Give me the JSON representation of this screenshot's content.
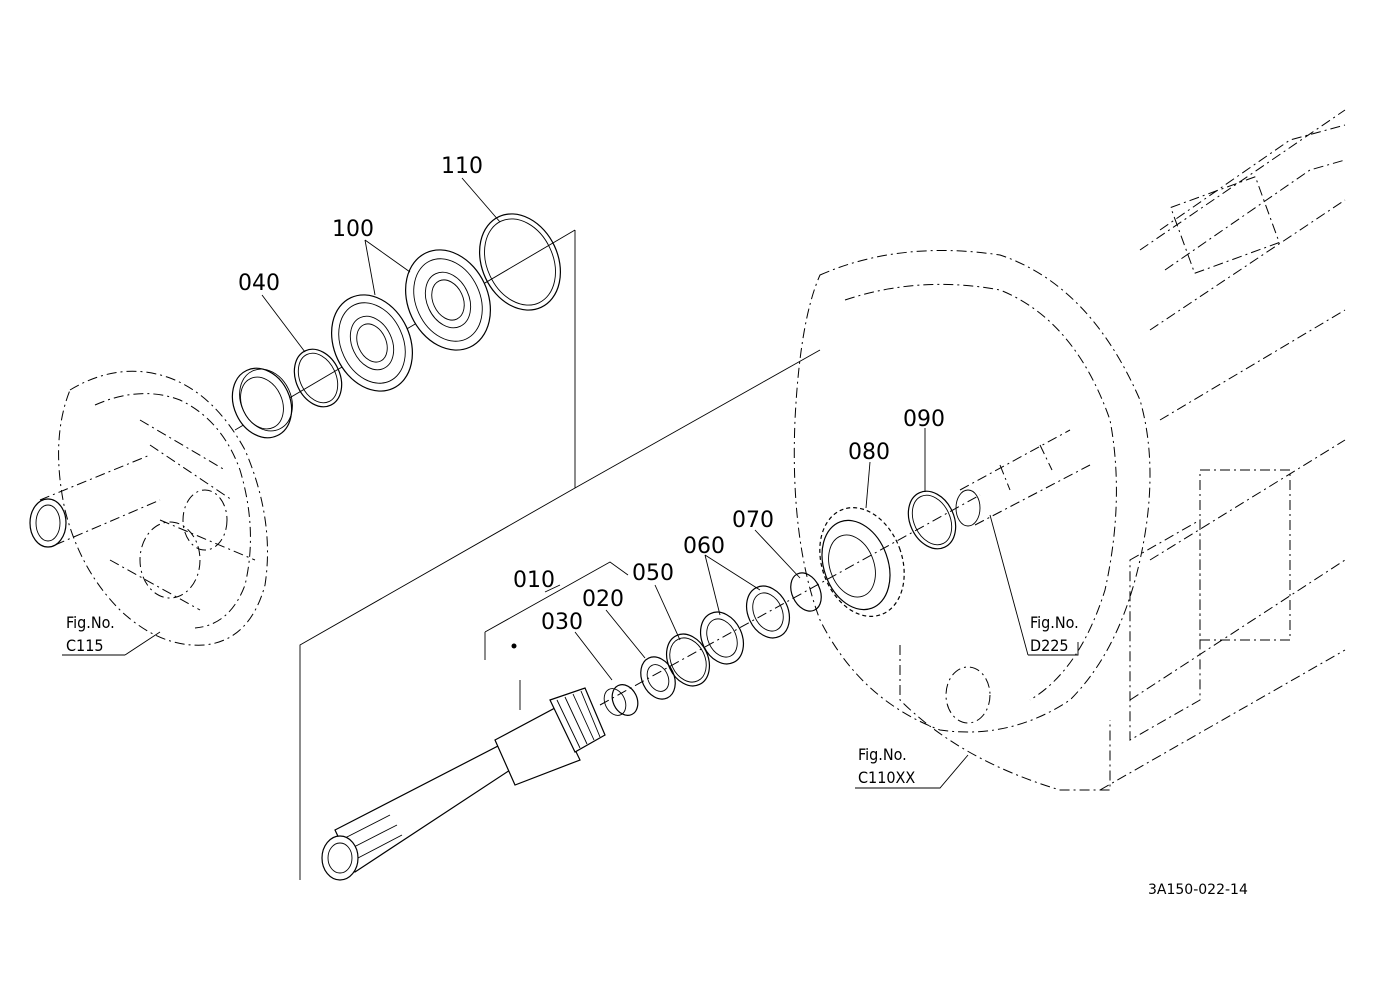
{
  "part_labels": [
    {
      "id": "110",
      "text": "110"
    },
    {
      "id": "100",
      "text": "100"
    },
    {
      "id": "040",
      "text": "040"
    },
    {
      "id": "010",
      "text": "010"
    },
    {
      "id": "050",
      "text": "050"
    },
    {
      "id": "020",
      "text": "020"
    },
    {
      "id": "030",
      "text": "030"
    },
    {
      "id": "060",
      "text": "060"
    },
    {
      "id": "070",
      "text": "070"
    },
    {
      "id": "080",
      "text": "080"
    },
    {
      "id": "090",
      "text": "090"
    }
  ],
  "figure_refs": {
    "c115": {
      "label": "Fig.No.",
      "number": "C115"
    },
    "d225": {
      "label": "Fig.No.",
      "number": "D225"
    },
    "c110xx": {
      "label": "Fig.No.",
      "number": "C110XX"
    }
  },
  "drawing_code": "3A150-022-14"
}
